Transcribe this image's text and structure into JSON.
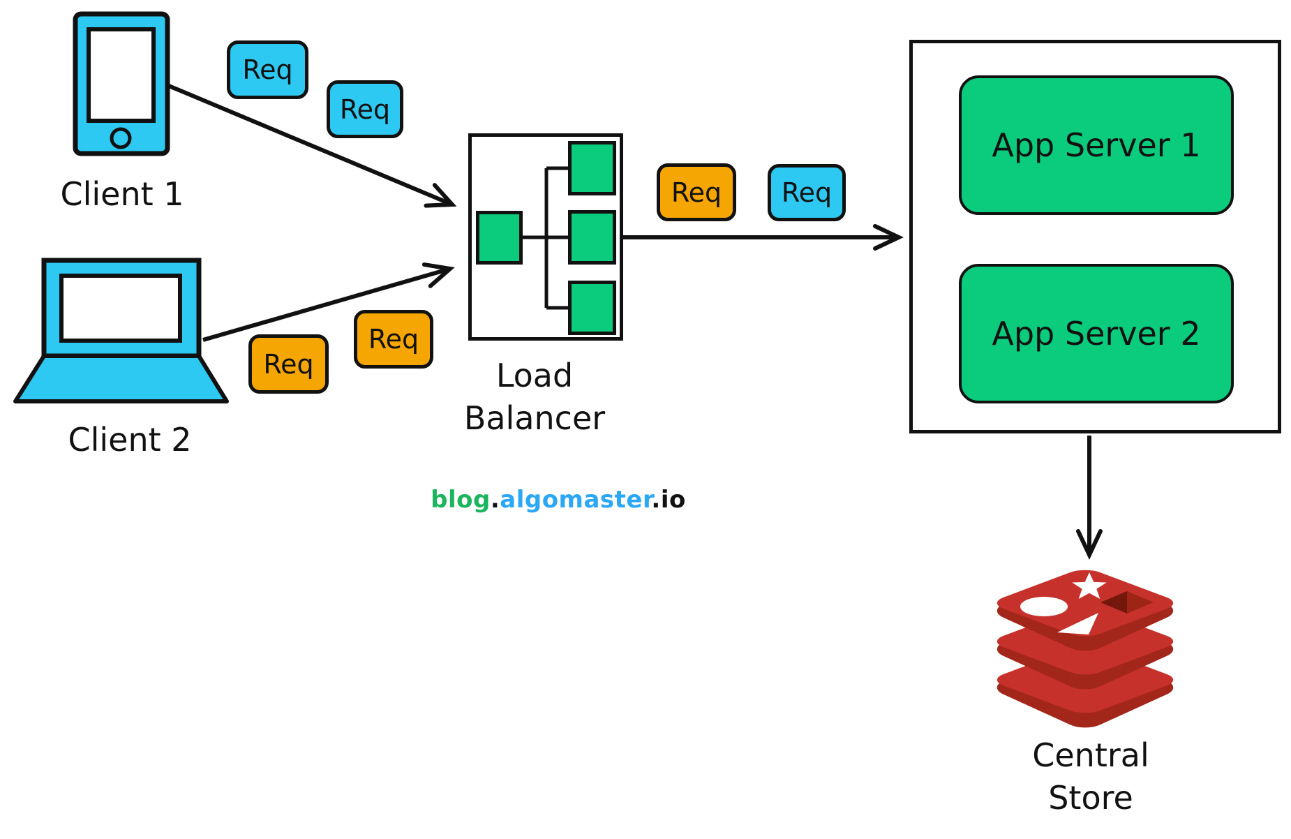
{
  "labels": {
    "client1": "Client 1",
    "client2": "Client 2",
    "req": "Req",
    "load_balancer_line1": "Load",
    "load_balancer_line2": "Balancer",
    "app_server_1": "App Server 1",
    "app_server_2": "App Server 2",
    "central_store_line1": "Central",
    "central_store_line2": "Store"
  },
  "watermark": {
    "blog": "blog",
    "dot1": ".",
    "algomaster": "algomaster",
    "dot2": ".",
    "io": "io"
  },
  "colors": {
    "client_cyan": "#2EC9F2",
    "request_orange": "#F5A602",
    "server_green": "#0BCB7D",
    "outline_black": "#111111",
    "redis_face_red": "#C6312B",
    "redis_side_red": "#A3261B",
    "redis_hole_dark": "#74170D",
    "redis_hole_mid": "#9E2415",
    "watermark_green": "#1CB45E",
    "watermark_blue": "#2BA7F5"
  }
}
